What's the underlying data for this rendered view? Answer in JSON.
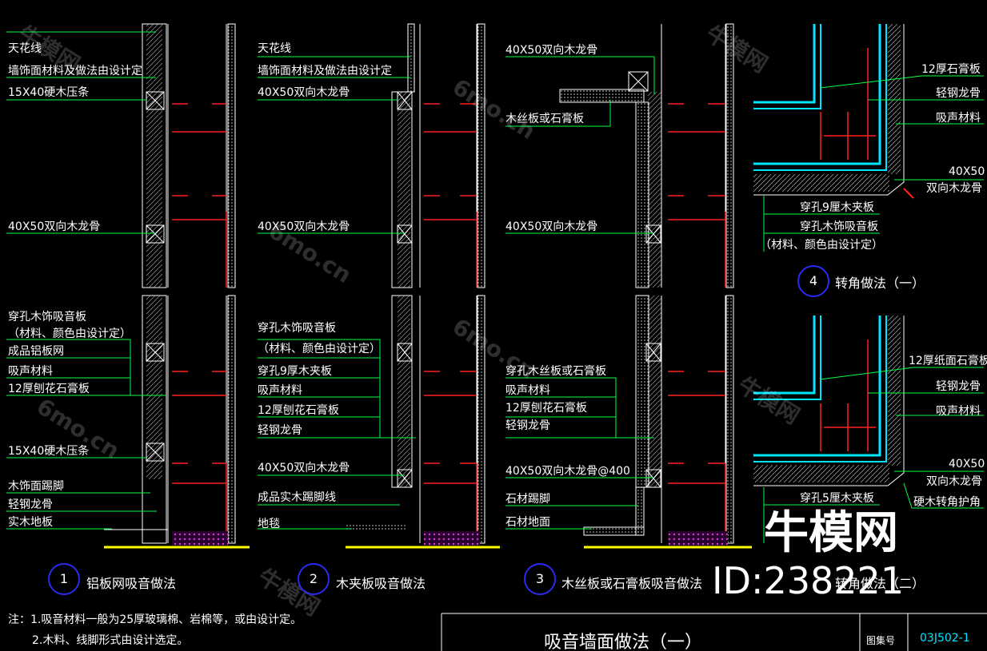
{
  "watermark": {
    "brand": "牛模网",
    "site": "6mo.cn",
    "id": "ID:238221"
  },
  "details": [
    {
      "labels": [
        "天花线",
        "墙饰面材料及做法由设计定",
        "15X40硬木压条",
        "40X50双向木龙骨",
        "穿孔木饰吸音板",
        "（材料、颜色由设计定）",
        "成品铝板网",
        "吸声材料",
        "12厚刨花石膏板",
        "15X40硬木压条",
        "木饰面踢脚",
        "轻钢龙骨",
        "实木地板"
      ]
    },
    {
      "labels": [
        "天花线",
        "墙饰面材料及做法由设计定",
        "40X50双向木龙骨",
        "40X50双向木龙骨",
        "穿孔木饰吸音板",
        "（材料、颜色由设计定）",
        "穿孔9厚木夹板",
        "吸声材料",
        "12厚刨花石膏板",
        "轻钢龙骨",
        "40X50双向木龙骨",
        "成品实木踢脚线",
        "地毯"
      ]
    },
    {
      "labels": [
        "40X50双向木龙骨",
        "木丝板或石膏板",
        "40X50双向木龙骨",
        "穿孔木丝板或石膏板",
        "吸声材料",
        "12厚刨花石膏板",
        "轻钢龙骨",
        "40X50双向木龙骨@400",
        "石材踢脚",
        "石材地面"
      ]
    },
    {
      "labels": [
        "12厚石膏板",
        "轻钢龙骨",
        "吸声材料",
        "40X50",
        "双向木龙骨",
        "穿孔9厘木夹板",
        "穿孔木饰吸音板",
        "（材料、颜色由设计定）"
      ]
    },
    {
      "labels": [
        "12厚纸面石膏板",
        "轻钢龙骨",
        "吸声材料",
        "40X50",
        "双向木龙骨",
        "硬木转角护角",
        "穿孔5厘木夹板"
      ]
    }
  ],
  "captions": [
    {
      "num": "1",
      "text": "铝板网吸音做法"
    },
    {
      "num": "2",
      "text": "木夹板吸音做法"
    },
    {
      "num": "3",
      "text": "木丝板或石膏板吸音做法"
    },
    {
      "num": "4",
      "text": "转角做法（一）"
    },
    {
      "num": "",
      "text": "转角做法（二）"
    }
  ],
  "notes": [
    "注：1.吸音材料一般为25厚玻璃棉、岩棉等，或由设计定。",
    "2.木料、线脚形式由设计选定。"
  ],
  "title_block": {
    "title": "吸音墙面做法（一）",
    "atlas_label": "图集号",
    "atlas_number": "03J502-1"
  },
  "colors": {
    "background": "#000000",
    "leader": "#00ff44",
    "stud": "#ff2020",
    "board": "#00e5ff",
    "ground": "#ffff00",
    "circle": "#2a2af0"
  }
}
